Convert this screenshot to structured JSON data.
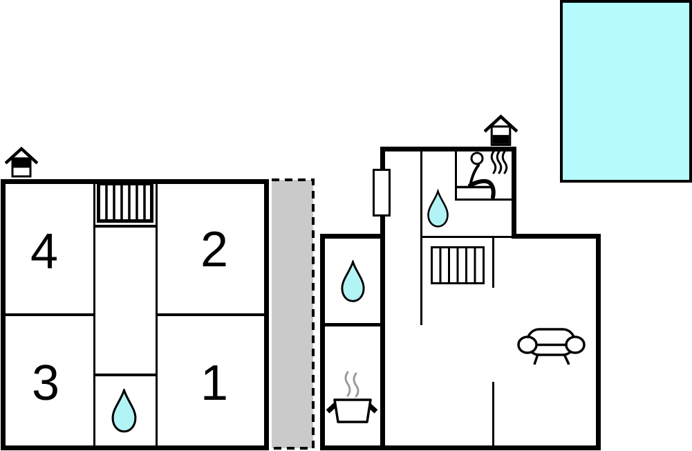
{
  "page": {
    "type": "floor-plan",
    "background": "#ffffff"
  },
  "colors": {
    "wall": "#000000",
    "water": "#b2f4f6",
    "pool": "#b5fbfd",
    "terrace": "#cacaca",
    "steam": "#9a9a9a"
  },
  "left_building": {
    "rooms": [
      {
        "label": "4"
      },
      {
        "label": "2"
      },
      {
        "label": "3"
      },
      {
        "label": "1"
      }
    ]
  },
  "icons": {
    "left_house": "house-floor-indicator-upper",
    "right_house": "house-floor-indicator-lower",
    "stairs": "stairs-icon",
    "water_drop": "water-drop-icon",
    "sauna": "sauna-person-icon",
    "sofa": "sofa-icon",
    "cooking_pot": "cooking-pot-icon",
    "window": "window-marker",
    "pool": "swimming-pool",
    "terrace": "terrace-dashed-area"
  }
}
